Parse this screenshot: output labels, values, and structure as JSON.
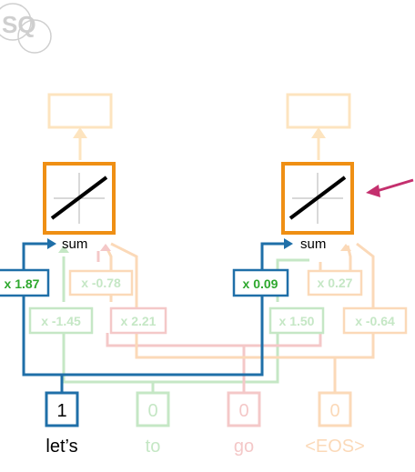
{
  "logo": {
    "text": "SQ"
  },
  "nodes": [
    {
      "sum_label": "sum",
      "weights": [
        "x 1.87",
        "x -0.78",
        "x -1.45",
        "x 2.21"
      ]
    },
    {
      "sum_label": "sum",
      "weights": [
        "x 0.09",
        "x 0.27",
        "x 1.50",
        "x -0.64"
      ]
    }
  ],
  "inputs": [
    {
      "value": "1",
      "token": "let’s"
    },
    {
      "value": "0",
      "token": "to"
    },
    {
      "value": "0",
      "token": "go"
    },
    {
      "value": "0",
      "token": "<EOS>"
    }
  ],
  "colors": {
    "blue": "#1f6fa8",
    "green": "#2ea82e",
    "green_faded": "#c5e7c5",
    "red_faded": "#f4c8c8",
    "peach_faded": "#fbd9b8",
    "orange": "#ef8f14",
    "orange_faded": "#fde4bf",
    "pointer": "#c4306e"
  }
}
